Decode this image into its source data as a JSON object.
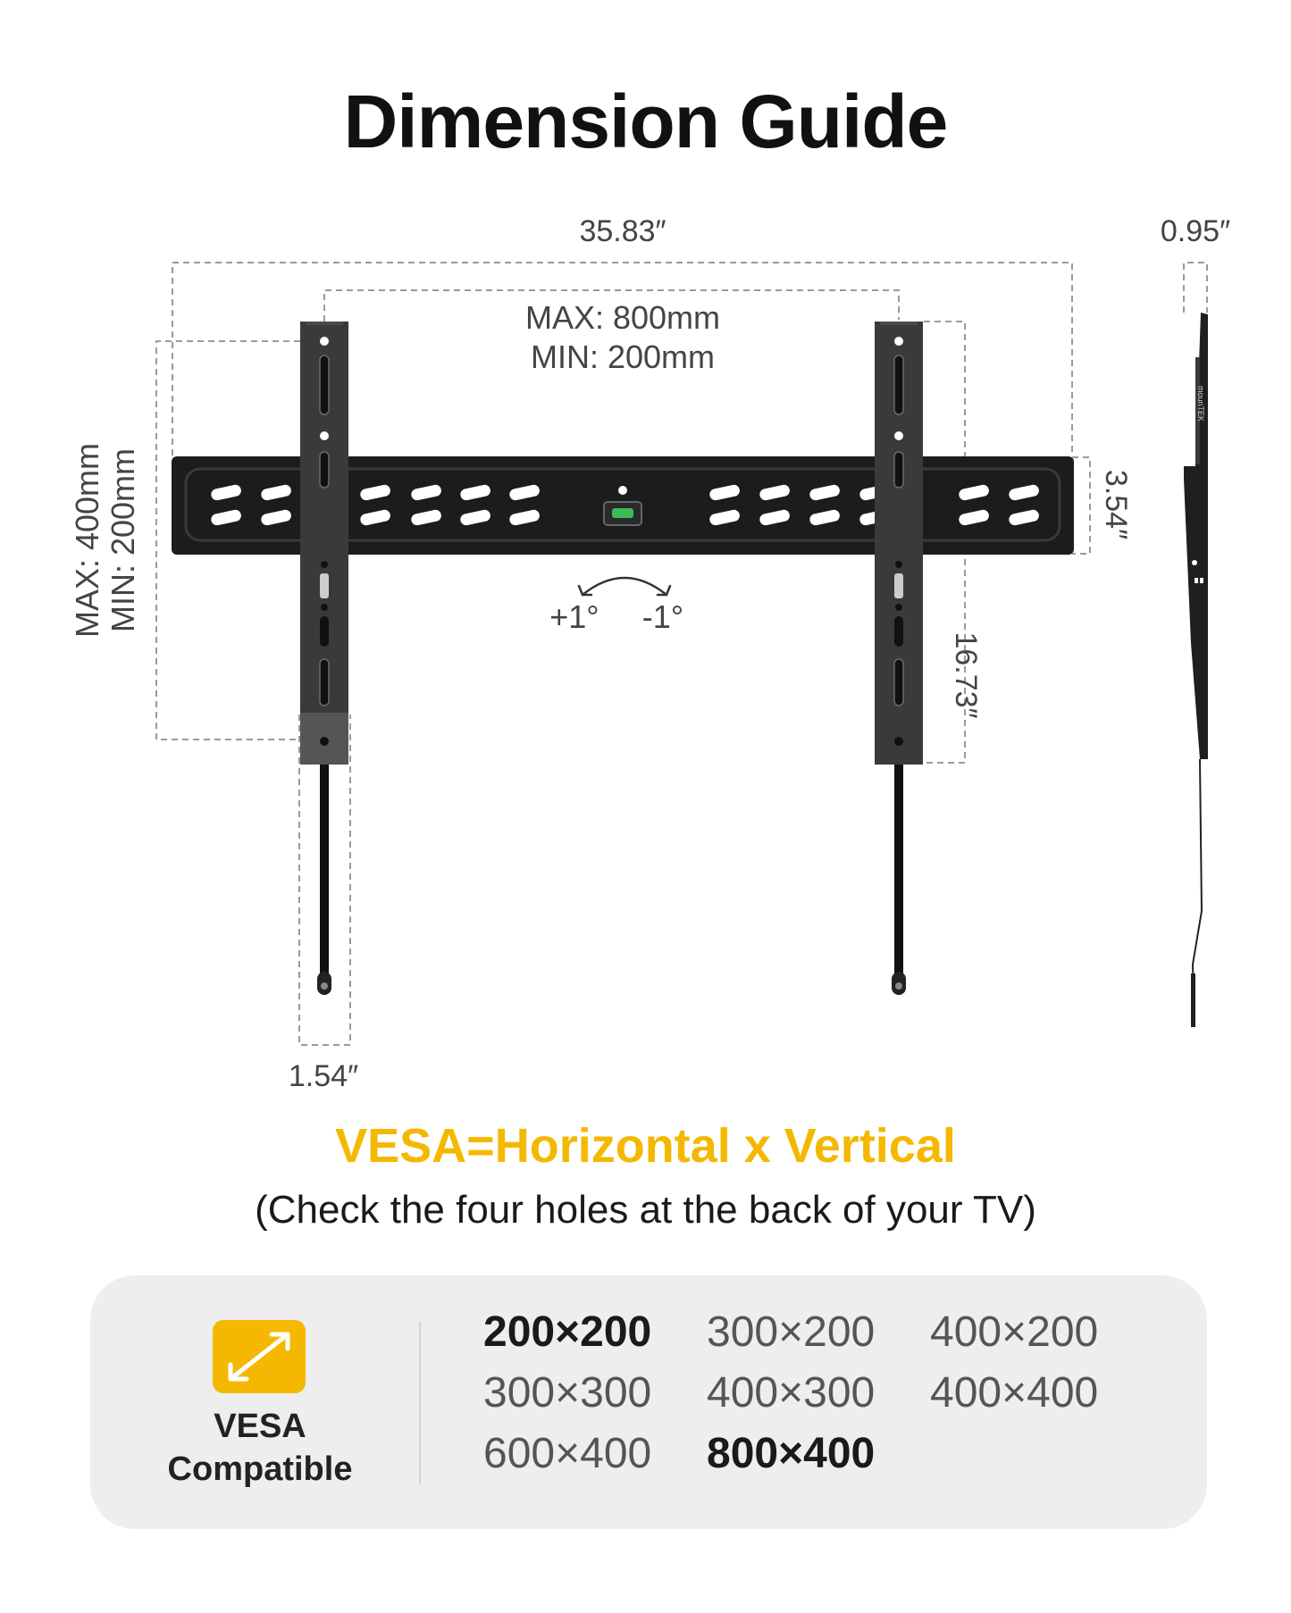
{
  "title": "Dimension Guide",
  "dimensions": {
    "overall_width": "35.83″",
    "depth": "0.95″",
    "horizontal_spacing": {
      "max": "MAX: 800mm",
      "min": "MIN: 200mm"
    },
    "vertical_spacing": {
      "max": "MAX: 400mm",
      "min": "MIN: 200mm"
    },
    "plate_height": "3.54″",
    "arm_height": "16.73″",
    "arm_width": "1.54″",
    "tilt": {
      "forward": "+1°",
      "back": "-1°"
    },
    "brand_mark": "mounTEK"
  },
  "vesa": {
    "formula": "VESA=Horizontal x Vertical",
    "note": "(Check the four holes at the back of your TV)",
    "badge_icon": "diagonal-double-arrow-icon",
    "badge_color": "#f5b800",
    "compatible_label_line1": "VESA",
    "compatible_label_line2": "Compatible",
    "sizes": [
      {
        "label": "200×200",
        "highlight": true
      },
      {
        "label": "300×200",
        "highlight": false
      },
      {
        "label": "400×200",
        "highlight": false
      },
      {
        "label": "300×300",
        "highlight": false
      },
      {
        "label": "400×300",
        "highlight": false
      },
      {
        "label": "400×400",
        "highlight": false
      },
      {
        "label": "600×400",
        "highlight": false
      },
      {
        "label": "800×400",
        "highlight": true
      }
    ]
  }
}
